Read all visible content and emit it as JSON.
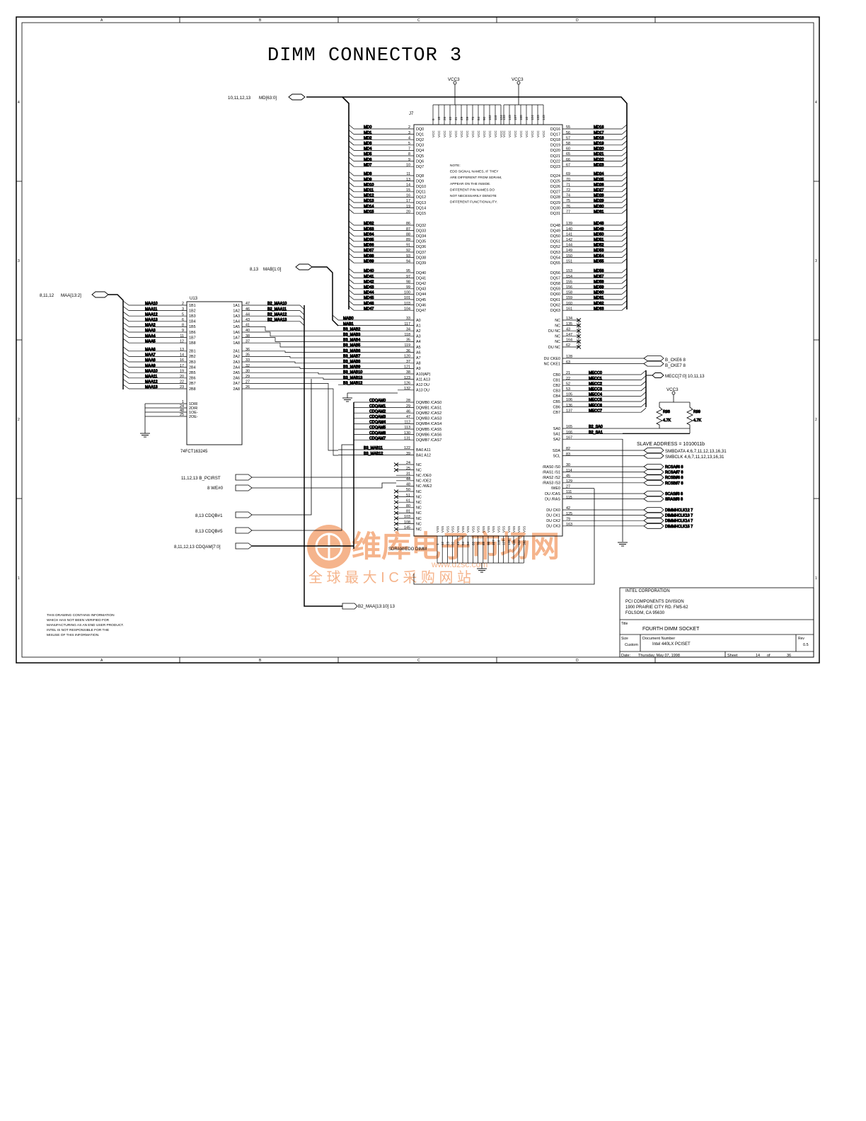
{
  "title": "DIMM CONNECTOR 3",
  "border": {
    "col_letters": [
      "A",
      "B",
      "C",
      "D"
    ],
    "row_numbers": [
      "4",
      "3",
      "2",
      "1"
    ]
  },
  "nets": {
    "md_bus_refs": "10,11,12,13",
    "md_bus": "MD[63:0]",
    "mab_refs": "8,13",
    "mab_bus": "MAB[1:0]",
    "maa_refs": "8,11,12",
    "maa_bus": "MAA[13:2]",
    "vcc_left": "VCC3",
    "vcc_right": "VCC3",
    "vcc_resistors": "VCC3",
    "pcirst": "11,12,13  B_PCIRST",
    "we": "8  WE#0",
    "cdqb1": "8,13  CDQB#1",
    "cdqb5": "8,13  CDQB#5",
    "cdqam": "8,11,12,13  CDQAM[7:0]",
    "b2_maa": "B2_MAA[13:10]  13",
    "mecc": "MECC[7:0]   10,11,13",
    "cke6": "B_CKE6  8",
    "cke7": "B_CKE7  8",
    "slave_address": "SLAVE ADDRESS = 1010011b",
    "smbdata": "SMBDATA  4,6,7,11,12,13,16,31",
    "smbclk": "SMBCLK  4,6,7,11,12,13,16,31"
  },
  "j7": {
    "ref": "J7",
    "footer": "SDRAM/EDO DIMM",
    "note": [
      "NOTE:",
      "EDO SIGNAL NAMES, IF THEY",
      "ARE DIFFERENT FROM SDRAM,",
      "APPEAR ON THE INSIDE.",
      "DIFFERENT PIN NAMES DO",
      "NOT NECESSARILY DENOTE",
      "DIFFERENT FUNCTIONALITY."
    ],
    "vcc_pins_left": [
      "6",
      "18",
      "26",
      "40",
      "41",
      "49",
      "59",
      "73",
      "84",
      "90",
      "102",
      "110",
      "124"
    ],
    "vcc_pins_right": [
      "133",
      "143",
      "157",
      "168",
      "10",
      "124",
      "133",
      "143",
      "157",
      "168"
    ],
    "left_groups": [
      {
        "nets": [
          "MD0",
          "MD1",
          "MD2",
          "MD3",
          "MD4",
          "MD5",
          "MD6",
          "MD7"
        ],
        "pins": [
          "2",
          "3",
          "4",
          "5",
          "7",
          "8",
          "9",
          "10"
        ],
        "names": [
          "DQ0",
          "DQ1",
          "DQ2",
          "DQ3",
          "DQ4",
          "DQ5",
          "DQ6",
          "DQ7"
        ]
      },
      {
        "nets": [
          "MD8",
          "MD9",
          "MD10",
          "MD11",
          "MD12",
          "MD13",
          "MD14",
          "MD15"
        ],
        "pins": [
          "11",
          "13",
          "14",
          "15",
          "16",
          "17",
          "19",
          "20"
        ],
        "names": [
          "DQ8",
          "DQ9",
          "DQ10",
          "DQ11",
          "DQ12",
          "DQ13",
          "DQ14",
          "DQ15"
        ]
      },
      {
        "nets": [
          "MD32",
          "MD33",
          "MD34",
          "MD35",
          "MD36",
          "MD37",
          "MD38",
          "MD39"
        ],
        "pins": [
          "86",
          "87",
          "88",
          "89",
          "91",
          "92",
          "93",
          "94"
        ],
        "names": [
          "DQ32",
          "DQ33",
          "DQ34",
          "DQ35",
          "DQ36",
          "DQ37",
          "DQ38",
          "DQ39"
        ]
      },
      {
        "nets": [
          "MD40",
          "MD41",
          "MD42",
          "MD43",
          "MD44",
          "MD45",
          "MD46",
          "MD47"
        ],
        "pins": [
          "95",
          "97",
          "98",
          "99",
          "100",
          "101",
          "103",
          "104"
        ],
        "names": [
          "DQ40",
          "DQ41",
          "DQ42",
          "DQ43",
          "DQ44",
          "DQ45",
          "DQ46",
          "DQ47"
        ]
      }
    ],
    "right_groups": [
      {
        "nets": [
          "MD16",
          "MD17",
          "MD18",
          "MD19",
          "MD20",
          "MD21",
          "MD22",
          "MD23"
        ],
        "pins": [
          "55",
          "56",
          "57",
          "58",
          "60",
          "65",
          "66",
          "67"
        ],
        "names": [
          "DQ16",
          "DQ17",
          "DQ18",
          "DQ19",
          "DQ20",
          "DQ21",
          "DQ22",
          "DQ23"
        ]
      },
      {
        "nets": [
          "MD24",
          "MD25",
          "MD26",
          "MD27",
          "MD28",
          "MD29",
          "MD30",
          "MD31"
        ],
        "pins": [
          "69",
          "70",
          "71",
          "72",
          "74",
          "75",
          "76",
          "77"
        ],
        "names": [
          "DQ24",
          "DQ25",
          "DQ26",
          "DQ27",
          "DQ28",
          "DQ29",
          "DQ30",
          "DQ31"
        ]
      },
      {
        "nets": [
          "MD48",
          "MD49",
          "MD50",
          "MD51",
          "MD52",
          "MD53",
          "MD54",
          "MD55"
        ],
        "pins": [
          "139",
          "140",
          "141",
          "142",
          "144",
          "149",
          "150",
          "151"
        ],
        "names": [
          "DQ48",
          "DQ49",
          "DQ50",
          "DQ51",
          "DQ52",
          "DQ53",
          "DQ54",
          "DQ55"
        ]
      },
      {
        "nets": [
          "MD56",
          "MD57",
          "MD58",
          "MD59",
          "MD60",
          "MD61",
          "MD62",
          "MD63"
        ],
        "pins": [
          "153",
          "154",
          "155",
          "156",
          "158",
          "159",
          "160",
          "161"
        ],
        "names": [
          "DQ56",
          "DQ57",
          "DQ58",
          "DQ59",
          "DQ60",
          "DQ61",
          "DQ62",
          "DQ63"
        ]
      }
    ],
    "addr": {
      "nets": [
        "MAB0",
        "MAB1",
        "B3_MAB2",
        "B3_MAB3",
        "B3_MAB4",
        "B3_MAB5",
        "B3_MAB6",
        "B3_MAB7",
        "B3_MAB8",
        "B3_MAB9",
        "B3_MAB10",
        "B3_MAB13",
        "B3_MAB12"
      ],
      "pins": [
        "33",
        "117",
        "34",
        "118",
        "35",
        "119",
        "36",
        "120",
        "37",
        "121",
        "38",
        "123",
        "126"
      ],
      "names": [
        "A0",
        "A1",
        "A2",
        "A3",
        "A4",
        "A5",
        "A6",
        "A7",
        "A8",
        "A9",
        "A10(AP)",
        "A11     A13",
        "A12     DU"
      ],
      "extra": "A13     DU",
      "extra_pin": "132"
    },
    "dqmb": {
      "nets": [
        "CDQAM0",
        "CDQAM1",
        "CDQAM2",
        "CDQAM3",
        "CDQAM4",
        "CDQAM5",
        "CDQAM6",
        "CDQAM7"
      ],
      "pins": [
        "28",
        "29",
        "46",
        "47",
        "112",
        "113",
        "130",
        "131"
      ],
      "names": [
        "DQMB0  /CAS0",
        "DQMB1  /CAS1",
        "DQMB2  /CAS2",
        "DQMB3  /CAS3",
        "DQMB4  /CAS4",
        "DQMB5  /CAS5",
        "DQMB6  /CAS6",
        "DQMB7  /CAS7"
      ]
    },
    "ba": {
      "nets": [
        "B3_MAB11",
        "B3_MAB12"
      ],
      "pins": [
        "122",
        "39"
      ],
      "names": [
        "BA0   A11",
        "BA1   A12"
      ]
    },
    "nc_left": {
      "pins": [
        "24",
        "25",
        "31",
        "44",
        "48",
        "50",
        "51",
        "61",
        "80",
        "81",
        "103",
        "108",
        "145"
      ],
      "names": [
        "NC",
        "NC",
        "NC   /OE0",
        "NC   /OE2",
        "NC   /WE2",
        "NC",
        "NC",
        "NC",
        "NC",
        "NC",
        "NC",
        "NC",
        "NC"
      ]
    },
    "nc_right": {
      "pins": [
        "134",
        "135",
        "43",
        "147",
        "164",
        "62"
      ],
      "names": [
        "NC",
        "NC",
        "DU    NC",
        "NC",
        "NC",
        "DU    NC"
      ]
    },
    "cke": {
      "pins": [
        "128",
        "63"
      ],
      "names": [
        "DU    CKE0",
        "NC    CKE1"
      ]
    },
    "cb": {
      "nets": [
        "MECC0",
        "MECC1",
        "MECC2",
        "MECC3",
        "MECC4",
        "MECC5",
        "MECC6",
        "MECC7"
      ],
      "pins": [
        "21",
        "22",
        "52",
        "53",
        "105",
        "106",
        "136",
        "137"
      ],
      "names": [
        "CB0",
        "CB1",
        "CB2",
        "CB3",
        "CB4",
        "CB5",
        "CB6",
        "CB7"
      ]
    },
    "sa": {
      "nets": [
        "B2_SA0",
        "B2_SA1",
        ""
      ],
      "pins": [
        "165",
        "166",
        "167"
      ],
      "names": [
        "SA0",
        "SA1",
        "SA2"
      ]
    },
    "smb": {
      "pins": [
        "82",
        "83"
      ],
      "names": [
        "SDA",
        "SCL"
      ]
    },
    "ras": {
      "pins": [
        "30",
        "114",
        "45",
        "129",
        "27",
        "111",
        "115"
      ],
      "names": [
        "/RAS0   /S0",
        "/RAS1   /S1",
        "/RAS2   /S2",
        "/RAS3   /S3",
        "/WE0",
        "DU    /CAS",
        "DU    /RAS"
      ],
      "nets": [
        "RCSA#6  8",
        "RCSA#7  8",
        "RCSB#6  8",
        "RCSB#7  8",
        "",
        "SCAS#3  8",
        "SRAS#3  8"
      ]
    },
    "ck": {
      "pins": [
        "42",
        "125",
        "79",
        "163"
      ],
      "names": [
        "DU    CK0",
        "DU    CK1",
        "DU    CK2",
        "DU    CK3"
      ],
      "nets": [
        "DIMMHCLK12  7",
        "DIMMHCLK13  7",
        "DIMMHCLK14  7",
        "DIMMHCLK15  7"
      ]
    },
    "vss_pins": [
      "1",
      "12",
      "23",
      "32",
      "43",
      "54",
      "64",
      "68",
      "78",
      "85",
      "96",
      "107",
      "116",
      "127",
      "138",
      "148",
      "152",
      "162"
    ],
    "vss_label": "VSS"
  },
  "u13": {
    "ref": "U13",
    "part": "74FCT163245",
    "in_nets": [
      "MAA10",
      "MAA11",
      "MAA12",
      "MAA13",
      "MAA2",
      "MAA3",
      "MAA4",
      "MAA5",
      "MAA6",
      "MAA7",
      "MAA8",
      "MAA9",
      "MAA10",
      "MAA11",
      "MAA12",
      "MAA13"
    ],
    "in_pins": [
      "2",
      "3",
      "5",
      "6",
      "8",
      "9",
      "11",
      "12",
      "13",
      "14",
      "16",
      "17",
      "19",
      "20",
      "22",
      "23"
    ],
    "in_names": [
      "1B1",
      "1B2",
      "1B3",
      "1B4",
      "1B5",
      "1B6",
      "1B7",
      "1B8",
      "2B1",
      "2B2",
      "2B3",
      "2B4",
      "2B5",
      "2B6",
      "2B7",
      "2B8"
    ],
    "out_pins": [
      "47",
      "46",
      "44",
      "43",
      "41",
      "40",
      "38",
      "37",
      "36",
      "35",
      "33",
      "32",
      "30",
      "29",
      "27",
      "26"
    ],
    "out_names": [
      "1A1",
      "1A2",
      "1A3",
      "1A4",
      "1A5",
      "1A6",
      "1A7",
      "1A8",
      "2A1",
      "2A2",
      "2A3",
      "2A4",
      "2A5",
      "2A6",
      "2A7",
      "2A8"
    ],
    "out_nets": [
      "B2_MAA10",
      "B2_MAA11",
      "B2_MAA12",
      "B2_MAA13"
    ],
    "ctrl_pins": [
      "1",
      "24",
      "48",
      "25"
    ],
    "ctrl_names": [
      "1DIR",
      "2DIR",
      "1OE-",
      "2OE-"
    ]
  },
  "resistors": [
    {
      "ref": "R98",
      "value": "4.7K"
    },
    {
      "ref": "R99",
      "value": "4.7K"
    }
  ],
  "disclaimer": [
    "THIS DRAWING CONTAINS INFORMATION",
    "WHICH HAS NOT BEEN VERIFIED FOR",
    "MANUFACTURING AS AN END USER PRODUCT.",
    "INTEL IS NOT RESPONSIBLE FOR THE",
    "MISUSE OF THIS INFORMATION."
  ],
  "title_block": {
    "company": "INTEL CORPORATION",
    "division": "PCI COMPONENTS DIVISION",
    "address1": "1900 PRAIRIE CITY RD. FM5-62",
    "address2": "FOLSOM, CA 95630",
    "title_label": "Title",
    "title": "FOURTH DIMM SOCKET",
    "size_label": "Size",
    "size": "Custom",
    "docnum_label": "Document Number",
    "docnum": "Intel 440LX PCISET",
    "rev_label": "Rev",
    "rev": "0.5",
    "date_label": "Date:",
    "date": "Thursday, May 07, 1998",
    "sheet_label": "Sheet",
    "sheet": "14",
    "of_label": "of",
    "of": "36"
  },
  "watermark": {
    "main": "维库电子市场网",
    "url": "www.dzsc.com",
    "sub": "全 球 最 大 I C 采 购 网 站"
  },
  "colors": {
    "ink": "#000000",
    "watermark": "#f4a878",
    "watermark_dark": "#f08a50"
  }
}
